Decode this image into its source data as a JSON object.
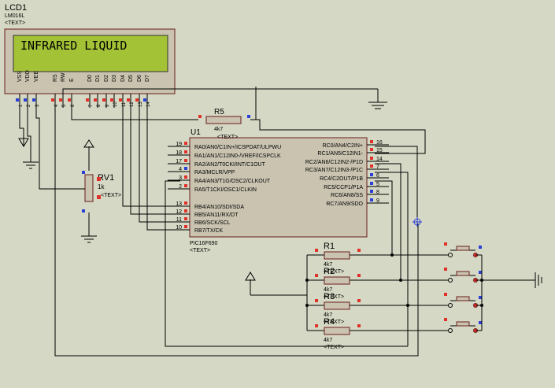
{
  "lcd": {
    "ref": "LCD1",
    "model": "LM016L",
    "text_tag": "<TEXT>",
    "display_text": "INFRARED LIQUID",
    "pin_names": [
      "VSS",
      "VDD",
      "VEE",
      "RS",
      "RW",
      "E",
      "D0",
      "D1",
      "D2",
      "D3",
      "D4",
      "D5",
      "D6",
      "D7"
    ],
    "pin_numbers": [
      "1",
      "2",
      "3",
      "4",
      "5",
      "6",
      "7",
      "8",
      "9",
      "10",
      "11",
      "12",
      "13",
      "14"
    ]
  },
  "mcu": {
    "ref": "U1",
    "part": "PIC16F690",
    "text_tag": "<TEXT>",
    "left_pins": [
      {
        "num": "19",
        "name": "RA0/AN0/C1IN+/ICSPDAT/ULPWU"
      },
      {
        "num": "18",
        "name": "RA1/AN1/C12IN0-/VREF/ICSPCLK"
      },
      {
        "num": "17",
        "name": "RA2/AN2/T0CKI/INT/C1OUT"
      },
      {
        "num": "4",
        "name": "RA3/MCLR/VPP"
      },
      {
        "num": "3",
        "name": "RA4/AN3/T1G/OSC2/CLKOUT"
      },
      {
        "num": "2",
        "name": "RA5/T1CKI/OSC1/CLKIN"
      },
      {
        "num": "13",
        "name": "RB4/AN10/SDI/SDA"
      },
      {
        "num": "12",
        "name": "RB5/AN11/RX/DT"
      },
      {
        "num": "11",
        "name": "RB6/SCK/SCL"
      },
      {
        "num": "10",
        "name": "RB7/TX/CK"
      }
    ],
    "right_pins": [
      {
        "num": "16",
        "name": "RC0/AN4/C2IN+"
      },
      {
        "num": "15",
        "name": "RC1/AN5/C12IN1-"
      },
      {
        "num": "14",
        "name": "RC2/AN6/C12IN2-/P1D"
      },
      {
        "num": "7",
        "name": "RC3/AN7/C12IN3-/P1C"
      },
      {
        "num": "6",
        "name": "RC4/C2OUT/P1B"
      },
      {
        "num": "5",
        "name": "RC5/CCP1/P1A"
      },
      {
        "num": "8",
        "name": "RC6/AN8/SS"
      },
      {
        "num": "9",
        "name": "RC7/AN9/SDO"
      }
    ]
  },
  "pot": {
    "ref": "RV1",
    "value": "1k",
    "text_tag": "<TEXT>"
  },
  "r5": {
    "ref": "R5",
    "value": "4k7",
    "text_tag": "<TEXT>"
  },
  "resistors": [
    {
      "ref": "R1",
      "value": "4k7",
      "text_tag": "<TEXT>"
    },
    {
      "ref": "R2",
      "value": "4k7",
      "text_tag": "<TEXT>"
    },
    {
      "ref": "R3",
      "value": "4k7",
      "text_tag": "<TEXT>"
    },
    {
      "ref": "R4",
      "value": "4k7",
      "text_tag": "<TEXT>"
    }
  ],
  "colors": {
    "background": "#d5d8c4",
    "chip_fill": "#c9c3b0",
    "lcd_screen": "#a4c236",
    "part_outline": "#6b1d1d",
    "pin_red": "#e0302a",
    "pin_blue": "#2b3fd6",
    "text_tag": "#8a8a78"
  }
}
